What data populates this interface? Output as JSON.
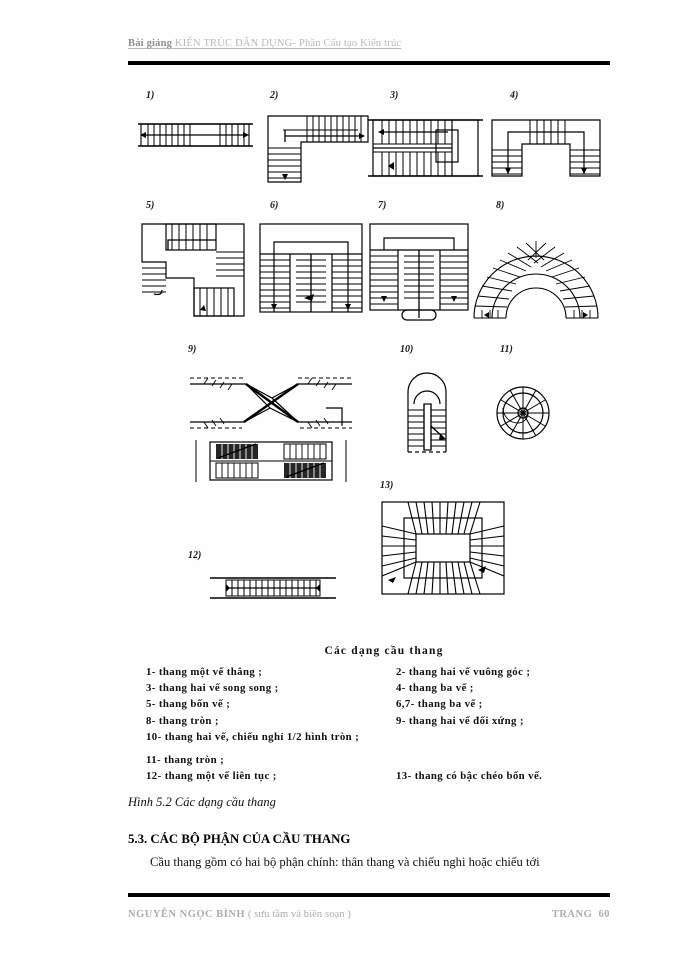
{
  "document": {
    "header": {
      "bold_part": "Bài giảng",
      "rest": " KIẾN TRÚC DÂN DỤNG- Phần Cấu tạo Kiến trúc",
      "full": "Bài giảng KIẾN TRÚC DÂN DỤNG- Phần Cấu tạo Kiến trúc"
    },
    "footer": {
      "author": "NGUYỄN NGỌC BÌNH",
      "note": "( sưu tầm và biên soạn )",
      "page_label": "TRANG",
      "page_number": "60"
    }
  },
  "figure": {
    "labels": [
      "1)",
      "2)",
      "3)",
      "4)",
      "5)",
      "6)",
      "7)",
      "8)",
      "9)",
      "10)",
      "11)",
      "12)",
      "13)"
    ],
    "legend_title": "Các dạng cầu thang",
    "legend_items": [
      {
        "num": "1-",
        "text": "thang một vế thẳng ;"
      },
      {
        "num": "2-",
        "text": "thang hai vế vuông góc ;"
      },
      {
        "num": "3-",
        "text": "thang hai vế song song ;"
      },
      {
        "num": "4-",
        "text": "thang ba vế ;"
      },
      {
        "num": "5-",
        "text": "thang bốn vế ;"
      },
      {
        "num": "6,7-",
        "text": "thang ba vế ;"
      },
      {
        "num": "8-",
        "text": "thang tròn ;"
      },
      {
        "num": "9-",
        "text": "thang hai vế đối xứng ;"
      },
      {
        "num": "10-",
        "text": "thang hai vế, chiếu nghỉ   1/2 hình tròn ;"
      },
      {
        "num": "11-",
        "text": "thang tròn ;"
      },
      {
        "num": "12-",
        "text": "thang một vế liên tục ;"
      },
      {
        "num": "13-",
        "text": "thang có bậc chéo bốn vế."
      }
    ],
    "legend_lines": [
      {
        "left": "1- thang một vế thẳng ;",
        "right": "2-  thang hai vế vuông góc ;"
      },
      {
        "left": "3- thang hai vế song song ;",
        "right": "4-  thang ba vế ;"
      },
      {
        "left": "5- thang bốn vế ;",
        "right": "6,7-  thang ba vế ;"
      },
      {
        "left": "8- thang tròn ;",
        "right": "9-  thang hai vế đối xứng ;"
      },
      {
        "wide": "10- thang hai vế, chiếu nghỉ   1/2 hình tròn ;"
      },
      {
        "left": "11- thang tròn ;",
        "right": ""
      },
      {
        "left": "12- thang một vế liên tục ;",
        "right": "13- thang có bậc chéo bốn vế."
      }
    ],
    "caption": "Hình 5.2  Các dạng cầu thang"
  },
  "section": {
    "heading": "5.3. CÁC BỘ PHẬN CỦA CẦU THANG",
    "body": "Cầu thang gồm có hai bộ phận chính: thân thang và chiếu nghi hoặc chiếu tới"
  },
  "colors": {
    "ink": "#000000",
    "header_gray": "#b9b9b9",
    "footer_gray": "#adadad",
    "paper": "#fefefe"
  }
}
